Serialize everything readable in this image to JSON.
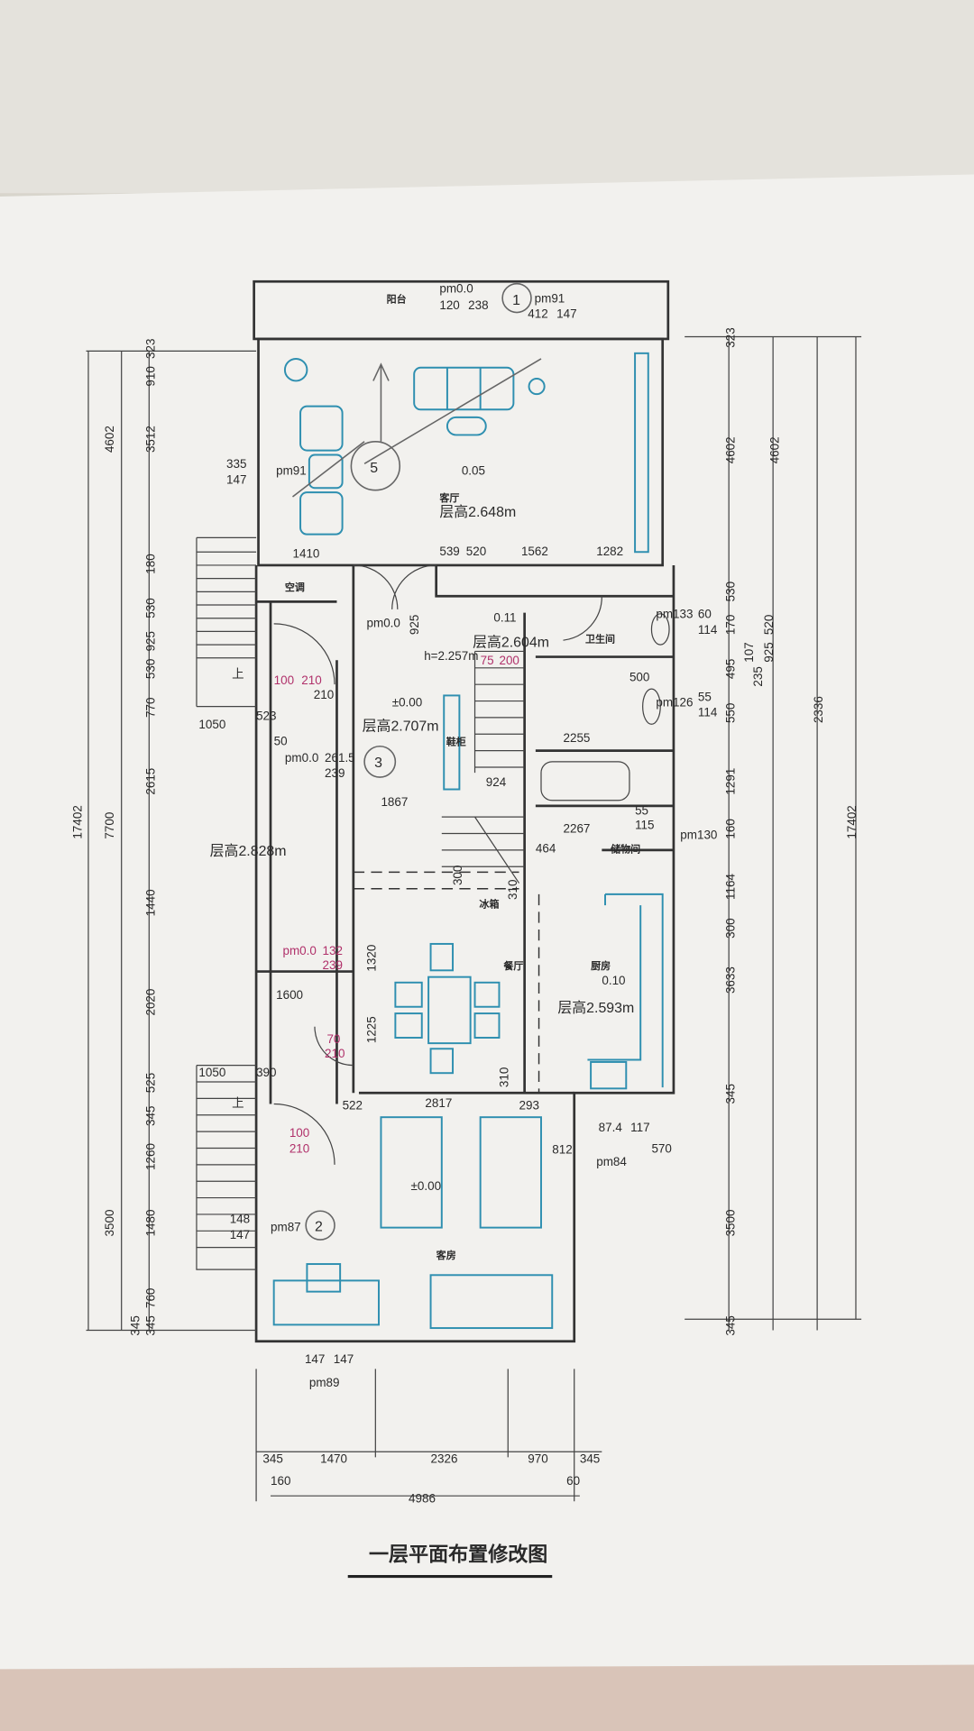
{
  "title": "一层平面布置修改图",
  "rooms": {
    "balcony": "阳台",
    "living": "客厅",
    "living_height": "层高2.648m",
    "living_level": "0.05",
    "aircon": "空调",
    "hall_height": "层高2.707m",
    "hall_level": "±0.00",
    "storage_cab": "鞋柜",
    "stair_top_height": "层高2.604m",
    "stair_top_level": "0.11",
    "bathroom": "卫生间",
    "storage": "储物间",
    "side_height": "层高2.828m",
    "fridge": "冰箱",
    "dining": "餐厅",
    "kitchen": "厨房",
    "kitchen_height": "层高2.593m",
    "kitchen_level": "0.10",
    "bedroom": "客房",
    "bedroom_level": "±0.00",
    "up": "上"
  },
  "annotations": {
    "door_top": "pm0.0",
    "door_top_a": "120",
    "door_top_b": "238",
    "pm91_top": "pm91",
    "pm91_top_a": "412",
    "pm91_top_b": "147",
    "win_left": "pm91",
    "win_left_a": "335",
    "win_left_b": "147",
    "hall_pm": "pm0.0",
    "h_note": "h=2.257m",
    "door_red_a": "75",
    "door_red_b": "200",
    "door_left_a": "100",
    "door_left_b": "210",
    "door_left_c": "210",
    "pm_left": "pm0.0",
    "pm_left_a": "261.5",
    "pm_left_b": "239",
    "pm_red": "pm0.0",
    "pm_red_a": "132",
    "pm_red_b": "239",
    "door_mid_a": "70",
    "door_mid_b": "210",
    "door_low_a": "100",
    "door_low_b": "210",
    "pm87": "pm87",
    "pm87_a": "148",
    "pm87_b": "147",
    "pm89": "pm89",
    "pm89_a": "147",
    "pm89_b": "147",
    "pm133": "pm133",
    "pm133_a": "60",
    "pm133_b": "114",
    "pm126": "pm126",
    "pm126_a": "55",
    "pm126_b": "114",
    "pm130": "pm130",
    "pm130_a": "55",
    "pm130_b": "115",
    "pm84": "pm84",
    "pm84_a": "87.4",
    "pm84_b": "117"
  },
  "dimensions": {
    "inner": [
      "1410",
      "539",
      "520",
      "1562",
      "1282",
      "925",
      "1050",
      "523",
      "50",
      "1867",
      "924",
      "2255",
      "500",
      "2267",
      "464",
      "300",
      "310",
      "1600",
      "1320",
      "1225",
      "1050",
      "390",
      "522",
      "2817",
      "310",
      "293",
      "812",
      "570"
    ],
    "left_outer": [
      "323",
      "910",
      "3512",
      "180",
      "530",
      "925",
      "530",
      "770",
      "2615",
      "1440",
      "2020",
      "525",
      "345",
      "1260",
      "1480",
      "760",
      "345",
      "345"
    ],
    "left_total": [
      "4602",
      "7700",
      "3500",
      "17402"
    ],
    "right_a": [
      "323",
      "4602",
      "530",
      "170",
      "520",
      "925",
      "107",
      "235",
      "495",
      "550",
      "1291",
      "160",
      "1164",
      "300",
      "3633",
      "345",
      "3500",
      "345"
    ],
    "right_b": [
      "4602",
      "2336",
      "17402"
    ],
    "bottom": [
      "345",
      "1470",
      "2326",
      "970",
      "345",
      "160",
      "60",
      "4986"
    ]
  },
  "markers": [
    "1",
    "5",
    "3",
    "2"
  ]
}
